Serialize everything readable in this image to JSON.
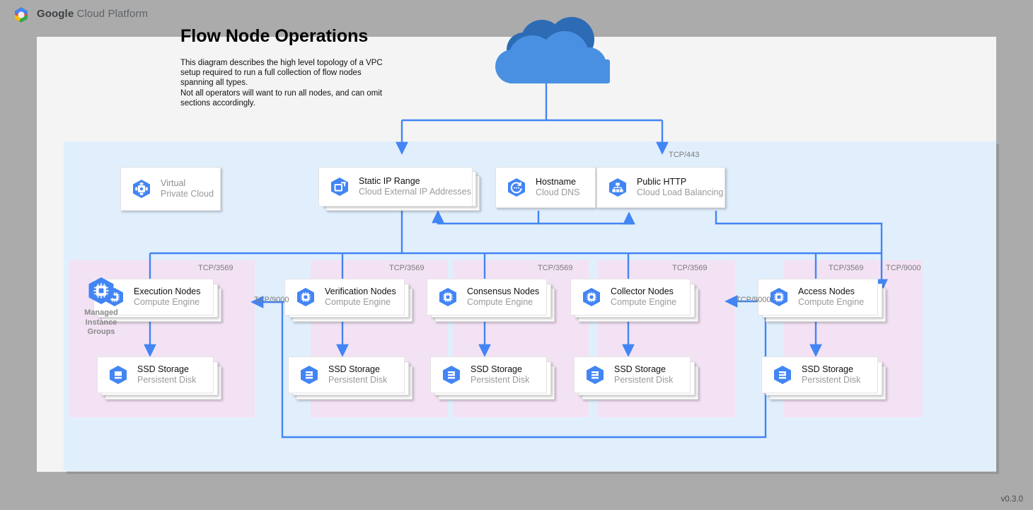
{
  "brand": {
    "bold": "Google",
    "rest": " Cloud Platform",
    "logo_icon": "gcp-hexagon-logo"
  },
  "header": {
    "title": "Flow Node Operations",
    "description": "This diagram describes the high level topology of a VPC setup required to run a full collection of flow nodes spanning all types.\nNot all operators will want to run all nodes, and can omit sections accordingly."
  },
  "version": "v0.3.0",
  "colors": {
    "gcp_blue": "#4285f4",
    "cloud_light": "#4a90e2",
    "cloud_dark": "#2d6bb5",
    "vpc_region": "#e1effd",
    "node_group": "#f3e2f4",
    "canvas": "#f4f4f4",
    "page": "#ababab",
    "connector": "#4285f4",
    "text_primary": "#111111",
    "text_muted": "#9a9a9a",
    "port_label": "#7b7b7b"
  },
  "cloud": {
    "name": "internet-cloud"
  },
  "top_row": [
    {
      "id": "virtual-private-cloud",
      "title": "Virtual",
      "sub": "Private Cloud",
      "icon": "virtual-private-cloud-icon",
      "muted": true,
      "stacked": false
    },
    {
      "id": "static-ip-range",
      "title": "Static IP Range",
      "sub": "Cloud External IP Addresses",
      "icon": "cloud-external-ip-icon",
      "muted": false,
      "stacked": true
    },
    {
      "id": "hostname",
      "title": "Hostname",
      "sub": "Cloud DNS",
      "icon": "cloud-dns-icon",
      "muted": false,
      "stacked": false
    },
    {
      "id": "public-http",
      "title": "Public HTTP",
      "sub": "Cloud Load Balancing",
      "icon": "cloud-load-balancing-icon",
      "muted": false,
      "stacked": false
    }
  ],
  "managed_instance_groups": {
    "label": "Managed\nInstance\nGroups",
    "icon": "managed-instance-groups-icon"
  },
  "node_groups": [
    {
      "id": "execution-nodes",
      "node": {
        "title": "Execution Nodes",
        "sub": "Compute Engine",
        "icon": "compute-engine-icon"
      },
      "storage": {
        "title": "SSD Storage",
        "sub": "Persistent Disk",
        "icon": "persistent-disk-icon"
      },
      "inbound_port": "TCP/3569",
      "has_mig_badge": true
    },
    {
      "id": "verification-nodes",
      "node": {
        "title": "Verification Nodes",
        "sub": "Compute Engine",
        "icon": "compute-engine-icon"
      },
      "storage": {
        "title": "SSD Storage",
        "sub": "Persistent Disk",
        "icon": "persistent-disk-icon"
      },
      "inbound_port": "TCP/3569",
      "has_mig_badge": false
    },
    {
      "id": "consensus-nodes",
      "node": {
        "title": "Consensus Nodes",
        "sub": "Compute Engine",
        "icon": "compute-engine-icon"
      },
      "storage": {
        "title": "SSD Storage",
        "sub": "Persistent Disk",
        "icon": "persistent-disk-icon"
      },
      "inbound_port": "TCP/3569",
      "has_mig_badge": false
    },
    {
      "id": "collector-nodes",
      "node": {
        "title": "Collector Nodes",
        "sub": "Compute Engine",
        "icon": "compute-engine-icon"
      },
      "storage": {
        "title": "SSD Storage",
        "sub": "Persistent Disk",
        "icon": "persistent-disk-icon"
      },
      "inbound_port": "TCP/3569",
      "has_mig_badge": false
    },
    {
      "id": "access-nodes",
      "node": {
        "title": "Access Nodes",
        "sub": "Compute Engine",
        "icon": "compute-engine-icon"
      },
      "storage": {
        "title": "SSD Storage",
        "sub": "Persistent Disk",
        "icon": "persistent-disk-icon"
      },
      "inbound_port": "TCP/3569",
      "has_mig_badge": false
    }
  ],
  "connector_labels": {
    "https": "TCP/443",
    "access_extra": "TCP/9000",
    "access_to_collector": "TCP/9000",
    "access_to_execution": "TCP/9000"
  }
}
